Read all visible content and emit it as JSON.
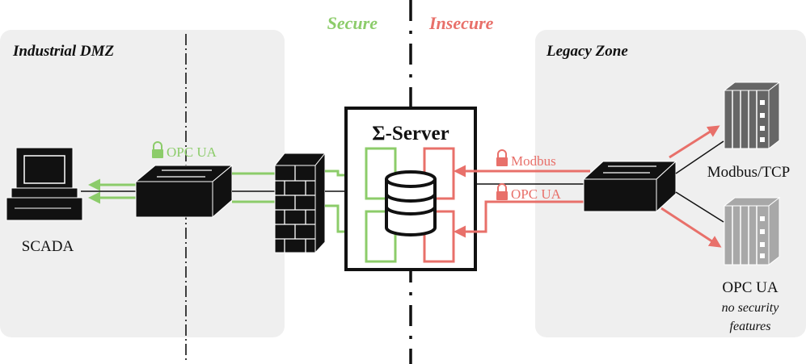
{
  "colors": {
    "secure": "#8ccc6a",
    "insecure": "#e8706a",
    "zone_bg": "#efefef",
    "dark": "#111111",
    "device_dark": "#666666",
    "device_light": "#a8a8a8"
  },
  "zones": {
    "left_title": "Industrial DMZ",
    "right_title": "Legacy Zone"
  },
  "divider": {
    "secure_label": "Secure",
    "insecure_label": "Insecure"
  },
  "server": {
    "title": "Σ-Server"
  },
  "left": {
    "scada_label": "SCADA",
    "protocol_label": "OPC UA",
    "protocol_icon": "lock-icon"
  },
  "right": {
    "modbus_protocol": "Modbus",
    "opcua_protocol": "OPC UA",
    "device1_label": "Modbus/TCP",
    "device2_label": "OPC UA",
    "device2_note_line1": "no security",
    "device2_note_line2": "features"
  }
}
